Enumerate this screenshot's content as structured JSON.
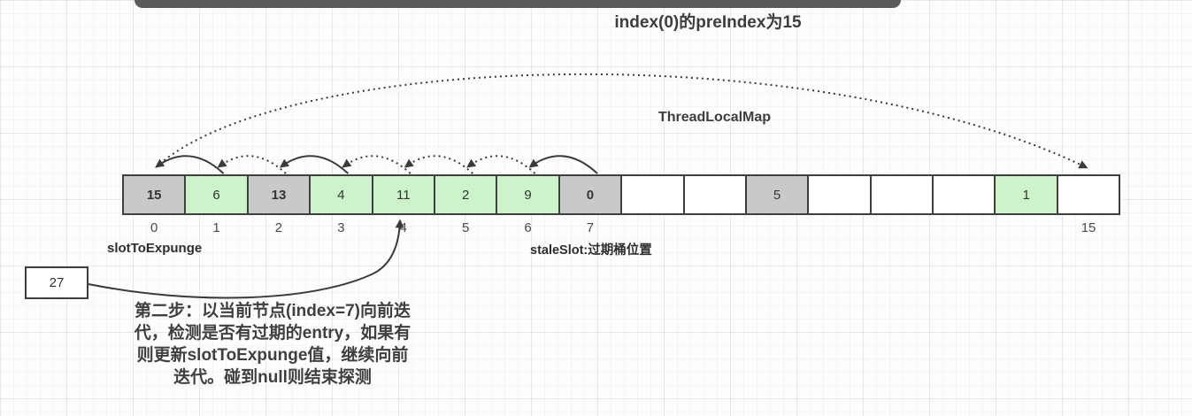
{
  "title_note": "index(0)的preIndex为15",
  "map_label": "ThreadLocalMap",
  "array": {
    "cells": [
      {
        "value": "15",
        "type": "gray",
        "bold": true,
        "index": "0"
      },
      {
        "value": "6",
        "type": "green",
        "bold": false,
        "index": "1"
      },
      {
        "value": "13",
        "type": "gray",
        "bold": true,
        "index": "2"
      },
      {
        "value": "4",
        "type": "green",
        "bold": false,
        "index": "3"
      },
      {
        "value": "11",
        "type": "green",
        "bold": false,
        "index": "4"
      },
      {
        "value": "2",
        "type": "green",
        "bold": false,
        "index": "5"
      },
      {
        "value": "9",
        "type": "green",
        "bold": false,
        "index": "6"
      },
      {
        "value": "0",
        "type": "gray",
        "bold": true,
        "index": "7"
      },
      {
        "value": "",
        "type": "empty",
        "bold": false,
        "index": ""
      },
      {
        "value": "",
        "type": "empty",
        "bold": false,
        "index": ""
      },
      {
        "value": "5",
        "type": "gray",
        "bold": false,
        "index": ""
      },
      {
        "value": "",
        "type": "empty",
        "bold": false,
        "index": ""
      },
      {
        "value": "",
        "type": "empty",
        "bold": false,
        "index": ""
      },
      {
        "value": "",
        "type": "empty",
        "bold": false,
        "index": ""
      },
      {
        "value": "1",
        "type": "green",
        "bold": false,
        "index": ""
      },
      {
        "value": "",
        "type": "empty",
        "bold": false,
        "index": "15"
      }
    ]
  },
  "labels": {
    "slot_to_expunge": "slotToExpunge",
    "stale_slot": "staleSlot:过期桶位置"
  },
  "pointer_box": {
    "value": "27",
    "points_to_index": 4
  },
  "note": {
    "lines": [
      "第二步：以当前节点(index=7)向前迭",
      "代，检测是否有过期的entry，如果有",
      "则更新slotToExpunge值，继续向前",
      "迭代。碰到null则结束探测"
    ]
  },
  "arrows": {
    "wrap_arc": {
      "from_index": 0,
      "to_index": 15,
      "style": "dotted"
    },
    "back_arcs": [
      {
        "from_index": 1,
        "to_index": 0,
        "style": "solid"
      },
      {
        "from_index": 2,
        "to_index": 1,
        "style": "dotted"
      },
      {
        "from_index": 3,
        "to_index": 2,
        "style": "solid"
      },
      {
        "from_index": 4,
        "to_index": 3,
        "style": "dotted"
      },
      {
        "from_index": 5,
        "to_index": 4,
        "style": "dotted"
      },
      {
        "from_index": 6,
        "to_index": 5,
        "style": "dotted"
      },
      {
        "from_index": 7,
        "to_index": 6,
        "style": "solid"
      }
    ]
  },
  "colors": {
    "cell_gray": "#c9c9c9",
    "cell_green": "#cdf3cb",
    "cell_empty": "#ffffff",
    "cell_border": "#3f3f3f",
    "arrow": "#3a3a3a",
    "top_bar": "#5a5a5a",
    "text": "#3d3d3d"
  }
}
